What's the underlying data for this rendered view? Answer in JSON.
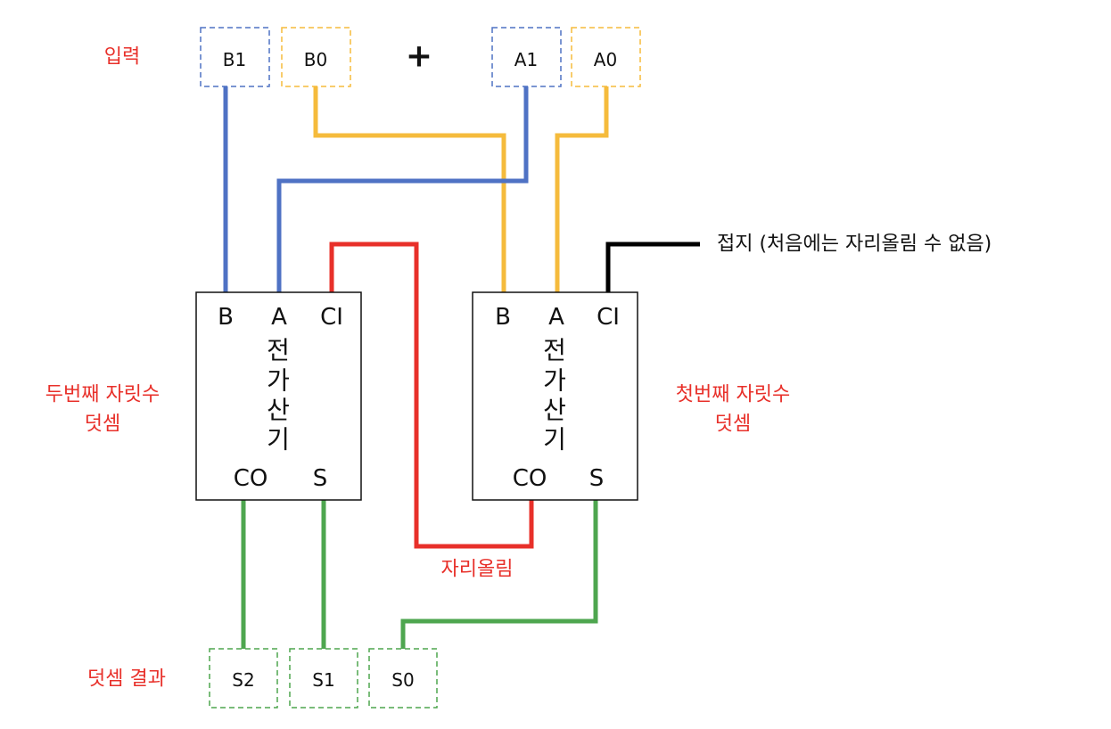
{
  "colors": {
    "blue": "#4f72c4",
    "yellow": "#f5bb3c",
    "red": "#e8302a",
    "green": "#4ea64f",
    "black": "#000000",
    "label_red": "#e8302a"
  },
  "inputs": {
    "label": "입력",
    "b1": "B1",
    "b0": "B0",
    "plus": "+",
    "a1": "A1",
    "a0": "A0"
  },
  "ground_note": "접지 (처음에는 자리올림 수 없음)",
  "adders": {
    "second": {
      "name_line1": "두번째 자릿수",
      "name_line2": "덧셈",
      "pin_b": "B",
      "pin_a": "A",
      "pin_ci": "CI",
      "pin_co": "CO",
      "pin_s": "S",
      "vertical": [
        "전",
        "가",
        "산",
        "기"
      ]
    },
    "first": {
      "name_line1": "첫번째 자릿수",
      "name_line2": "덧셈",
      "pin_b": "B",
      "pin_a": "A",
      "pin_ci": "CI",
      "pin_co": "CO",
      "pin_s": "S",
      "vertical": [
        "전",
        "가",
        "산",
        "기"
      ]
    }
  },
  "carry_label": "자리올림",
  "outputs": {
    "label": "덧셈 결과",
    "s2": "S2",
    "s1": "S1",
    "s0": "S0"
  }
}
